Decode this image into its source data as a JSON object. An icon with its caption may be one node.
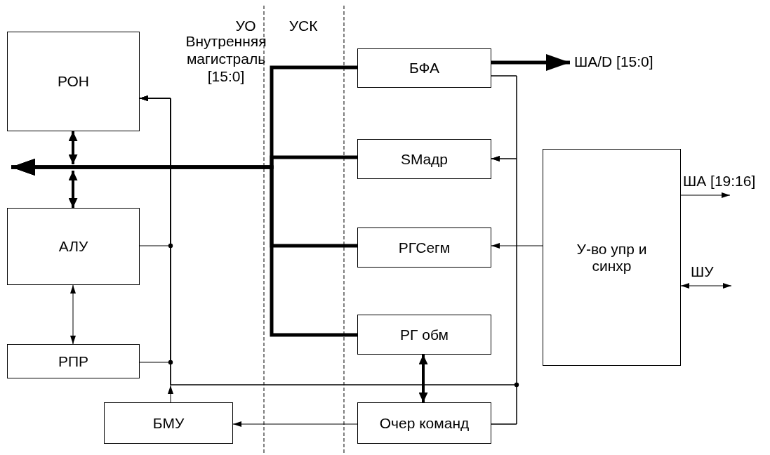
{
  "diagram": {
    "nodes": [
      {
        "text": [
          "РОН"
        ]
      },
      {
        "text": [
          "АЛУ"
        ]
      },
      {
        "text": [
          "РПР"
        ]
      },
      {
        "text": [
          "БМУ"
        ]
      },
      {
        "text": [
          "БФА"
        ]
      },
      {
        "text": [
          "SMадр"
        ]
      },
      {
        "text": [
          "РГСегм"
        ]
      },
      {
        "text": [
          "РГ обм"
        ]
      },
      {
        "text": [
          "Очер команд"
        ]
      },
      {
        "text": [
          "У-во упр и синхр"
        ]
      }
    ],
    "edges": [
      {
        "from": 4,
        "to": null,
        "arrow": "to",
        "style": "thick"
      },
      {
        "from": 5,
        "to": null,
        "arrow": "to",
        "style": "thick"
      },
      {
        "from": 6,
        "to": null,
        "arrow": "to",
        "style": "thick"
      },
      {
        "from": 7,
        "to": null,
        "arrow": "to",
        "style": "thick"
      },
      {
        "from": 0,
        "to": null,
        "arrow": "both",
        "style": "thick"
      },
      {
        "from": 1,
        "to": null,
        "arrow": "both",
        "style": "thick"
      },
      {
        "from": 1,
        "to": 2,
        "arrow": "both"
      },
      {
        "from": 7,
        "to": 8,
        "arrow": "both",
        "style": "thick"
      },
      {
        "from": 8,
        "to": 3,
        "arrow": "to"
      },
      {
        "from": 3,
        "to": 0,
        "arrow": "to"
      },
      {
        "from": 1,
        "to": 0,
        "arrow": "to"
      },
      {
        "from": 2,
        "to": 0,
        "arrow": "to"
      },
      {
        "from": 4,
        "to": 5,
        "arrow": "to"
      },
      {
        "from": 8,
        "to": 5,
        "arrow": "to"
      },
      {
        "from": 4,
        "to": 0,
        "arrow": "to"
      },
      {
        "from": 8,
        "to": 0,
        "arrow": "to"
      },
      {
        "from": 9,
        "to": 6,
        "arrow": "to"
      },
      {
        "from": 4,
        "to": null,
        "arrow": "to",
        "style": "thick",
        "label": "ША/D [15:0]"
      },
      {
        "from": 9,
        "to": null,
        "arrow": "to",
        "label": "ША [19:16]"
      },
      {
        "from": 9,
        "to": null,
        "arrow": "both",
        "label": "ШУ"
      }
    ],
    "labels": [
      "УО",
      "Внутренняя магистраль [15:0]",
      "УСК"
    ]
  }
}
